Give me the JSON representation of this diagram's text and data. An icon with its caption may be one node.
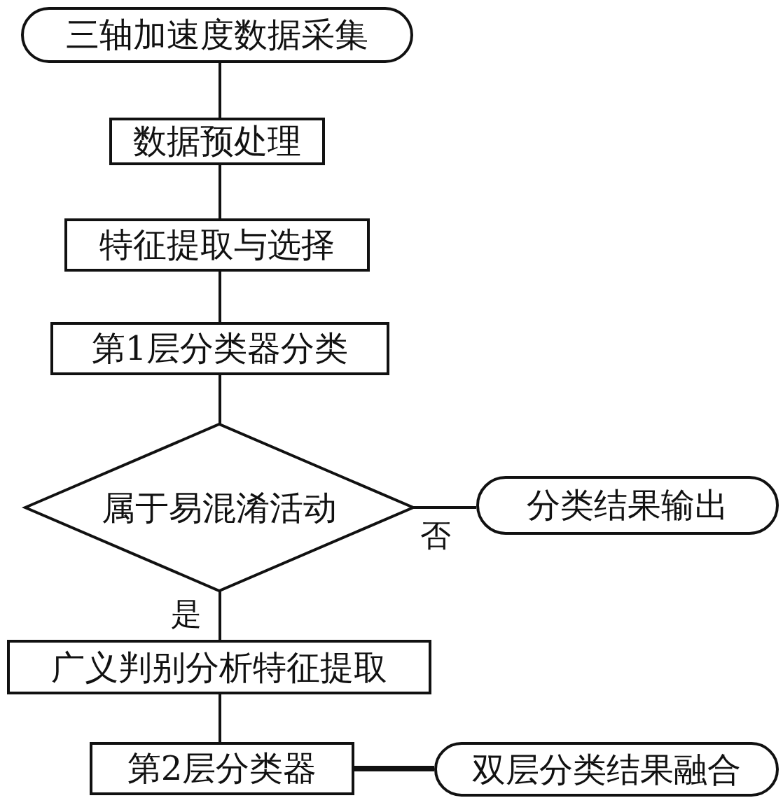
{
  "diagram": {
    "nodes": [
      {
        "text": [
          "三轴加速度数据采集"
        ]
      },
      {
        "text": [
          "数据预处理"
        ]
      },
      {
        "text": [
          "特征提取与选择"
        ]
      },
      {
        "text": [
          "第1层分类器分类"
        ]
      },
      {
        "text": [
          "属于易混淆活动"
        ]
      },
      {
        "text": [
          "分类结果输出"
        ]
      },
      {
        "text": [
          "广义判别分析特征提取"
        ]
      },
      {
        "text": [
          "第2层分类器"
        ]
      },
      {
        "text": [
          "双层分类结果融合"
        ]
      }
    ],
    "edges": [
      {
        "from": 0,
        "to": 1,
        "arrow": "none"
      },
      {
        "from": 1,
        "to": 2,
        "arrow": "none"
      },
      {
        "from": 2,
        "to": 3,
        "arrow": "none"
      },
      {
        "from": 3,
        "to": 4,
        "arrow": "none"
      },
      {
        "from": 4,
        "to": 5,
        "arrow": "none",
        "label": "否"
      },
      {
        "from": 4,
        "to": 6,
        "arrow": "none",
        "label": "是"
      },
      {
        "from": 6,
        "to": 7,
        "arrow": "none"
      },
      {
        "from": 7,
        "to": 8,
        "arrow": "none",
        "style": "thick"
      }
    ]
  }
}
